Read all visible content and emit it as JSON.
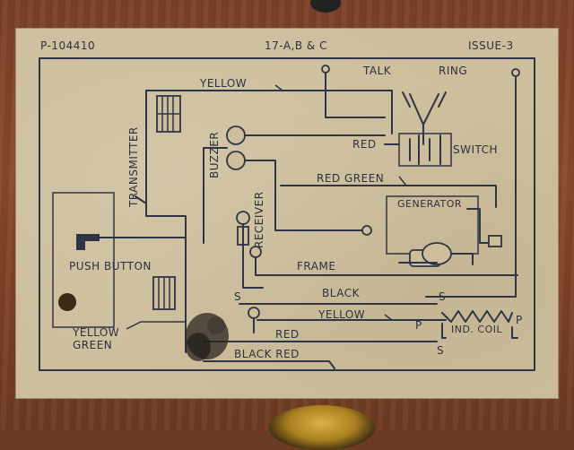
{
  "header": {
    "code": "P-104410",
    "model": "17-A,B & C",
    "issue": "ISSUE-3"
  },
  "labels": {
    "talk": "TALK",
    "ring": "RING",
    "yellow_top": "YELLOW",
    "transmitter": "TRANSMITTER",
    "buzzer": "BUZZER",
    "red": "RED",
    "switch": "SWITCH",
    "red_green": "RED GREEN",
    "receiver": "RECEIVER",
    "generator": "GENERATOR",
    "push_button": "PUSH BUTTON",
    "frame": "FRAME",
    "black": "BLACK",
    "s_upper_left": "S",
    "s_upper_right": "S",
    "yellow_mid": "YELLOW",
    "p_left": "P",
    "p_right": "P",
    "ind_coil": "IND. COIL",
    "s_lower": "S",
    "yellow_green_1": "YELLOW",
    "yellow_green_2": "GREEN",
    "red_bottom": "RED",
    "black_red": "BLACK RED"
  },
  "colors": {
    "card": "#cdbf9c",
    "ink": "#2f3446",
    "wood": "#7a4128",
    "brass": "#c9a23c"
  }
}
